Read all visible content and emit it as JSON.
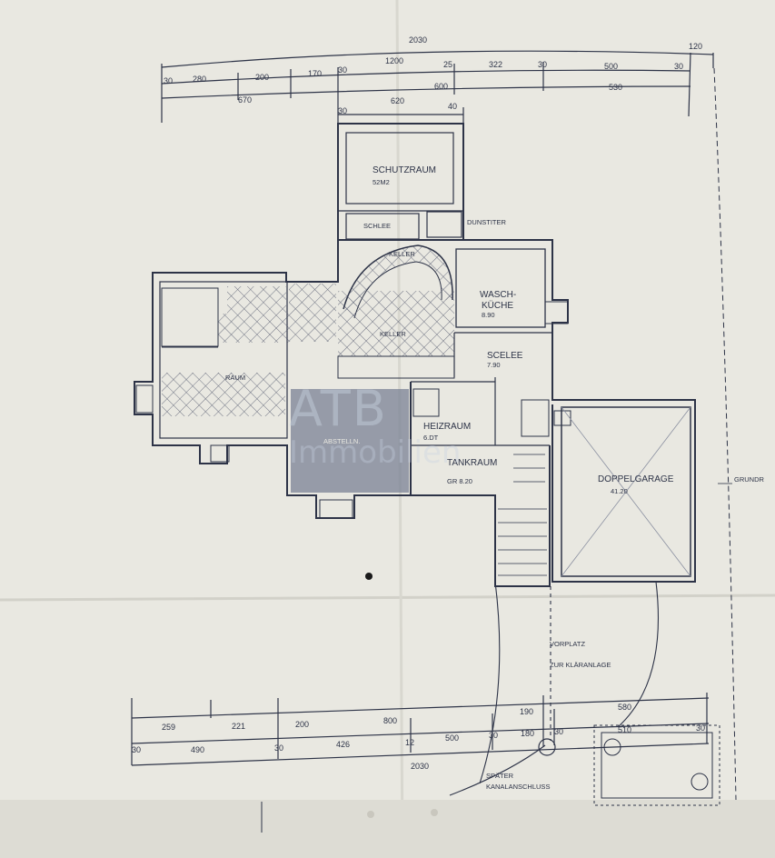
{
  "top_dimensions": {
    "overall": "2030",
    "right_extra": "120",
    "row1": [
      "30",
      "280",
      "200",
      "170",
      "30",
      "1200",
      "25",
      "322",
      "30",
      "500",
      "30"
    ],
    "row2": [
      "670",
      "600",
      "530"
    ],
    "row3": [
      "30",
      "620",
      "40"
    ]
  },
  "bottom_dimensions": {
    "overall": "2030",
    "row1": [
      "259",
      "221",
      "200",
      "800",
      "190",
      "580"
    ],
    "row2": [
      "30",
      "490",
      "30",
      "426",
      "12",
      "500",
      "30",
      "180",
      "30",
      "510",
      "30"
    ]
  },
  "rooms": {
    "schutzraum": {
      "name": "SCHUTZRAUM",
      "area": "52M2"
    },
    "dunstiter": "DUNSTITER",
    "schleuse": "SCHLEE",
    "keller_stair": "KELLER",
    "waschkueche": {
      "name": "WASCH-",
      "name2": "KÜCHE",
      "area": "8.90"
    },
    "keller": "KELLER",
    "sicheree": {
      "name": "SCELEE",
      "area": "7.90"
    },
    "raum_left": "RAUM",
    "abstell": "ABSTELLN.",
    "heizraum": {
      "name": "HEIZRAUM",
      "area": "6.DT"
    },
    "tankraum": {
      "name": "TANKRAUM",
      "area": "GR 8.20"
    },
    "doppelgarage": {
      "name": "DOPPELGARAGE",
      "area": "41.20"
    }
  },
  "annotations": {
    "vorplatz": "VORPLATZ",
    "zur_klaeranlage": "ZUR KLÄRANLAGE",
    "spaeter": "SPÄTER",
    "kanalanschluss": "KANALANSCHLUSS",
    "grundriss": "GRUNDR"
  },
  "watermark": {
    "line1": "ATB",
    "line2": "Immobilien"
  },
  "colors": {
    "paper": "#e9e8e1",
    "ink": "#2d3347",
    "hatch": "#4a5066",
    "watermark": "#c8d2e1"
  }
}
